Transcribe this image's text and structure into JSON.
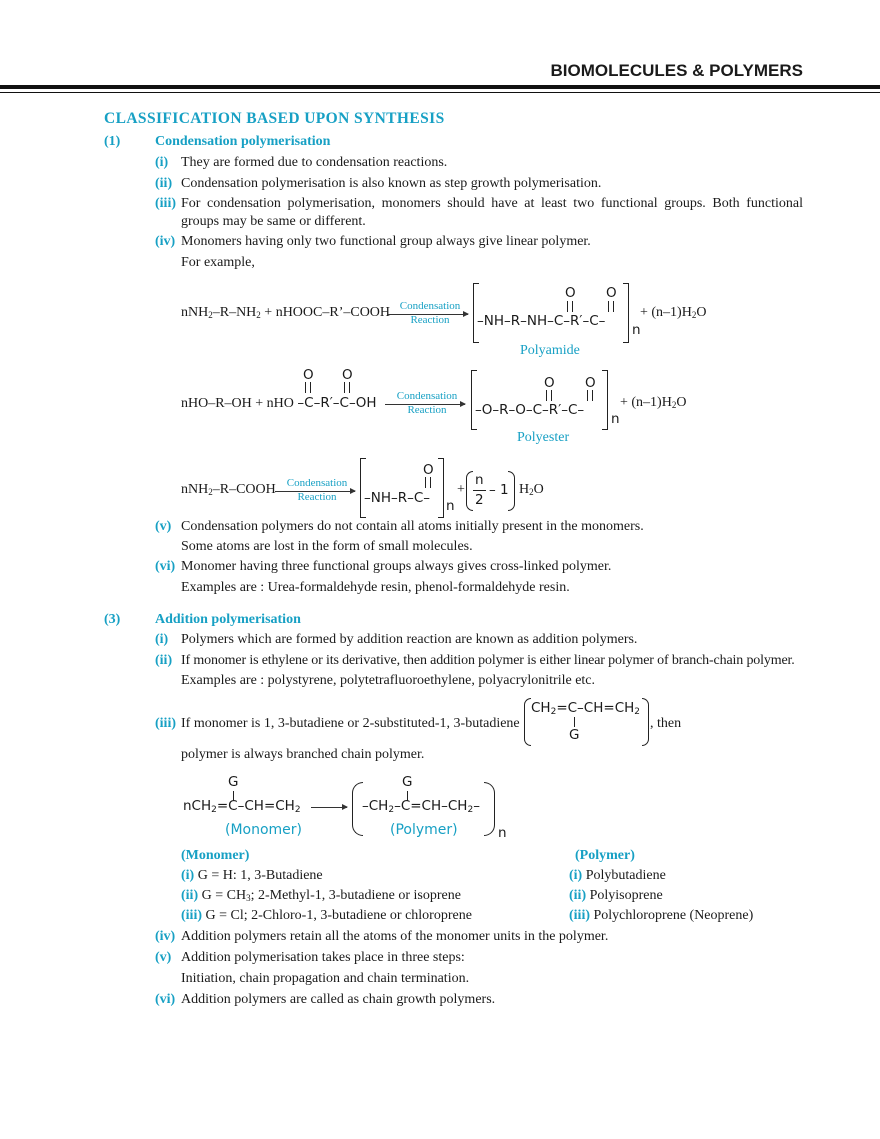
{
  "header": {
    "title": "BIOMOLECULES & POLYMERS"
  },
  "section_title": "CLASSIFICATION BASED UPON SYNTHESIS",
  "condensation": {
    "num": "(1)",
    "title": "Condensation polymerisation",
    "items": [
      {
        "m": "(i)",
        "t": "They are formed due to condensation reactions."
      },
      {
        "m": "(ii)",
        "t": "Condensation polymerisation is also known as step growth polymerisation."
      },
      {
        "m": "(iii)",
        "t": "For condensation polymerisation, monomers should have at least two functional groups. Both functional",
        "t2": "groups may be same or different."
      },
      {
        "m": "(iv)",
        "t": "Monomers having only two functional group always give linear polymer.",
        "t2": "For example,"
      },
      {
        "m": "(v)",
        "t": "Condensation polymers do not contain all atoms initially present in the monomers.",
        "t2": "Some atoms are lost in the form of small molecules."
      },
      {
        "m": "(vi)",
        "t": "Monomer having three functional groups always gives cross-linked polymer.",
        "t2": "Examples are : Urea-formaldehyde resin, phenol-formaldehyde resin."
      }
    ],
    "arrow_top": "Condensation",
    "arrow_bottom": "Reaction",
    "eq1": {
      "product_name": "Polyamide"
    },
    "eq2": {
      "product_name": "Polyester"
    },
    "oxygen": "O",
    "n": "n"
  },
  "addition": {
    "num": "(3)",
    "title": "Addition polymerisation",
    "items": [
      {
        "m": "(i)",
        "t": "Polymers which are formed by addition reaction are known as addition polymers."
      },
      {
        "m": "(ii)",
        "t": "If monomer is ethylene or its derivative, then addition polymer is either linear polymer of branch-chain polymer.",
        "t2": "Examples are : polystyrene, polytetrafluoroethylene, polyacrylonitrile etc."
      },
      {
        "m": "(iii)",
        "t": "If monomer is 1, 3-butadiene or 2-substituted-1, 3-butadiene",
        "t_after": ", then",
        "t2": "polymer is always branched chain polymer."
      },
      {
        "m": "(iv)",
        "t": "Addition polymers retain all the atoms of the monomer units in the polymer."
      },
      {
        "m": "(v)",
        "t": "Addition polymerisation takes place in three steps:",
        "t2": "Initiation, chain propagation and chain termination."
      },
      {
        "m": "(vi)",
        "t": "Addition polymers are called as chain growth polymers."
      }
    ],
    "G": "G",
    "monomer_label": "(Monomer)",
    "polymer_label": "(Polymer)",
    "table": {
      "monomer_header": "(Monomer)",
      "polymer_header": "(Polymer)",
      "rows": [
        {
          "m": "(i)",
          "monomer": "G = H: 1, 3-Butadiene",
          "pm": "(i)",
          "polymer": "Polybutadiene"
        },
        {
          "m": "(ii)",
          "monomer_pre": "G = CH",
          "monomer_sub": "3",
          "monomer_post": "; 2-Methyl-1, 3-butadiene or isoprene",
          "pm": "(ii)",
          "polymer": "Polyisoprene"
        },
        {
          "m": "(iii)",
          "monomer": "G = Cl; 2-Chloro-1, 3-butadiene or chloroprene",
          "pm": "(iii)",
          "polymer": "Polychloroprene (Neoprene)"
        }
      ]
    }
  },
  "colors": {
    "accent": "#17a0c4",
    "text": "#1a1a1a"
  }
}
